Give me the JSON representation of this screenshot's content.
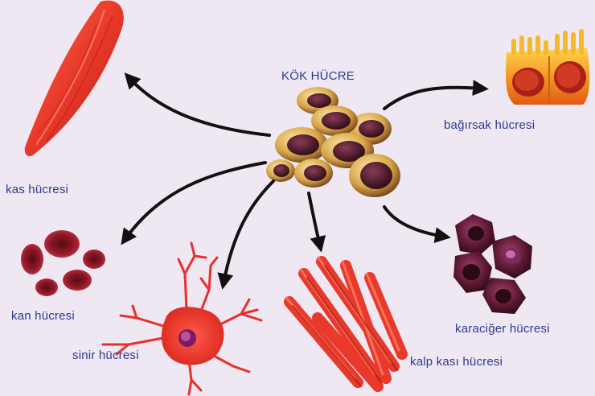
{
  "labels": {
    "center": "KÖK HÜCRE",
    "intestine": "bağırsak hücresi",
    "muscle": "kas hücresi",
    "blood": "kan hücresi",
    "nerve": "sinir hücresi",
    "heart": "kalp kası hücresi",
    "liver": "karaciğer hücresi"
  },
  "colors": {
    "background": "#efe8f3",
    "label_text": "#2c3a8e",
    "arrow": "#111111",
    "stem_cell_body": "#d9a54a",
    "stem_cell_nucleus": "#4a1525",
    "muscle_red": "#e8392a",
    "blood_red": "#9e1f2e",
    "liver_dark": "#5a1830",
    "intestine_orange": "#f28b1e"
  }
}
